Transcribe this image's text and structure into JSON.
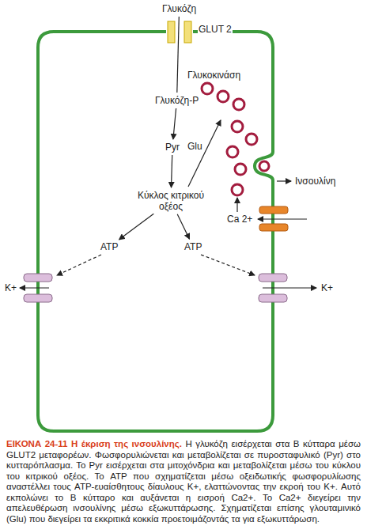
{
  "diagram": {
    "title": "Η έκριση της ινσουλίνης.",
    "caption": "Η γλυκόζη εισέρχεται στα Β κύτταρα μέσω GLUT2 μεταφορέων. Φωσφορυλιώνεται και μεταβολίζεται σε πυροσταφυλικό (Pyr) στο κυτταρόπλασμα. Το Pyr εισέρχεται στα μιτοχόνδρια και μεταβολίζεται μέσω του κύκλου του κιτρικού οξέος. Το ATP που σχηματίζεται μέσω οξειδωτικής φωσφορυλίωσης αναστέλλει τους ATP-ευαίσθητους δίαυλους K+, ελαττώνοντας την εκροή του K+. Αυτό εκπολώνει το Β κύτταρο και αυξάνεται η εισροή Ca2+. Το Ca2+ διεγείρει την απελευθέρωση ινσουλίνης μέσω εξωκυττάρωσης. Σχηματίζεται επίσης γλουταμινικό (Glu) που διεγείρει τα εκκριτικά κοκκία προετοιμάζοντάς τα για εξωκυττάρωση.",
    "nodes": [
      {
        "text": [
          "Γλυκόζη"
        ]
      },
      {
        "text": [
          "Γλυκόζη-P"
        ]
      },
      {
        "text": [
          "Pyr"
        ]
      },
      {
        "text": [
          "Κύκλος κιτρικού οξέος"
        ]
      },
      {
        "text": [
          "ATP"
        ]
      },
      {
        "text": [
          "ATP"
        ]
      }
    ],
    "edges": [
      {
        "from": 0,
        "to": 1,
        "arrow": "none"
      },
      {
        "from": 1,
        "to": 2,
        "arrow": "to"
      },
      {
        "from": 2,
        "to": 3,
        "arrow": "to"
      },
      {
        "from": 3,
        "to": 4,
        "arrow": "to"
      },
      {
        "from": 3,
        "to": 5,
        "arrow": "to"
      }
    ],
    "labels": [
      "GLUT 2",
      "Γλυκοκινάση",
      "Glu",
      "Ινσουλίνη",
      "Ca 2+",
      "K+",
      "K+",
      "ΕΙΚΟΝΑ 24-11"
    ]
  }
}
